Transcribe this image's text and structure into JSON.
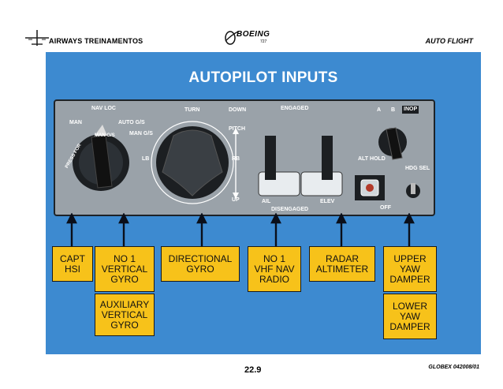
{
  "header": {
    "left_title": "AIRWAYS  TREINAMENTOS",
    "logo_text": "BOEING",
    "logo_model": "727",
    "right_title": "AUTO FLIGHT"
  },
  "slide": {
    "title": "AUTOPILOT INPUTS",
    "panel_labels": {
      "nav_loc": "NAV\nLOC",
      "man": "MAN",
      "auto_gs": "AUTO G/S",
      "man_gs": "MAN\nG/S",
      "man_gs_dial": "MAN G/S",
      "press_for": "PRESS FOR",
      "turn": "TURN",
      "lb": "LB",
      "rb": "RB",
      "down": "DOWN",
      "pitch": "PITCH",
      "up": "UP",
      "engaged": "ENGAGED",
      "ail": "AIL",
      "elev": "ELEV",
      "disengaged": "DISENGAGED",
      "a": "A",
      "b": "B",
      "inop": "INOP",
      "alt_hold": "ALT\nHOLD",
      "hdg_sel": "HDG\nSEL",
      "off": "OFF"
    },
    "boxes": {
      "capt_hsi": "CAPT\nHSI",
      "no1_vertical_gyro": "NO 1\nVERTICAL\nGYRO",
      "auxiliary_vertical_gyro": "AUXILIARY\nVERTICAL\nGYRO",
      "directional_gyro": "DIRECTIONAL\nGYRO",
      "no1_vhf_nav_radio": "NO 1\nVHF NAV\nRADIO",
      "radar_altimeter": "RADAR\nALTIMETER",
      "upper_yaw_damper": "UPPER\nYAW\nDAMPER",
      "lower_yaw_damper": "LOWER\nYAW\nDAMPER"
    }
  },
  "footer": {
    "page_number": "22.9",
    "code": "GLOBEX 042008/01"
  },
  "colors": {
    "slide_background": "#3d8ad0",
    "panel": "#9aa2a9",
    "box_fill": "#f7c21a"
  }
}
